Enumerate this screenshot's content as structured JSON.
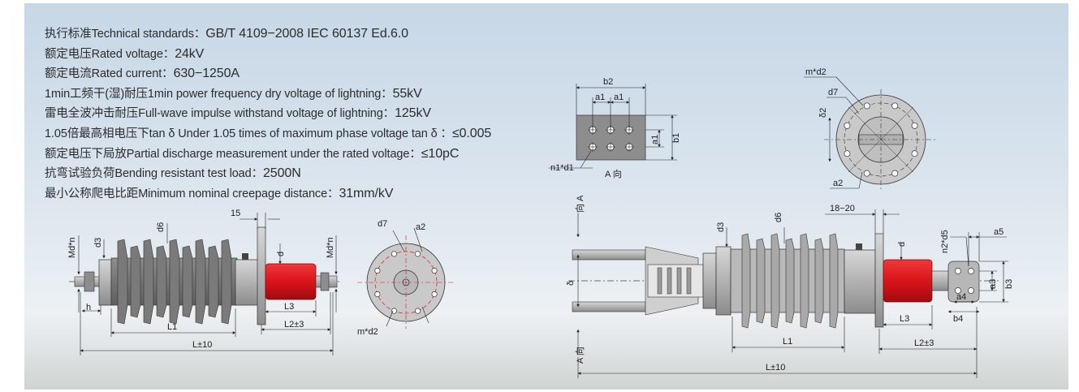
{
  "specs": [
    {
      "label": "执行标准Technical standards：",
      "value": "GB/T 4109−2008   IEC 60137   Ed.6.0"
    },
    {
      "label": "额定电压Rated voltage：",
      "value": "24kV"
    },
    {
      "label": "额定电流Rated current：",
      "value": "630−1250A"
    },
    {
      "label": "1min工频干(湿)耐压1min power frequency dry voltage of lightning：",
      "value": "55kV"
    },
    {
      "label": "雷电全波冲击耐压Full-wave impulse withstand voltage of lightning：",
      "value": "125kV"
    },
    {
      "label": "1.05倍最高相电压下tan δ Under 1.05 times of maximum phase voltage tan δ ：",
      "value": "≤0.005"
    },
    {
      "label": "额定电压下局放Partial discharge measurement under the rated voltage：",
      "value": "≤10pC"
    },
    {
      "label": "抗弯试验负荷Bending resistant test load：",
      "value": "2500N"
    },
    {
      "label": "最小公称爬电比距Minimum nominal creepage distance：",
      "value": "31mm/kV"
    }
  ],
  "left_drawing": {
    "dims": {
      "Md_n_left": "Md*n",
      "d3": "d3",
      "d6": "d6",
      "d15": "15",
      "d": "d",
      "Md_n_right": "Md*n",
      "h": "h",
      "L1": "L1",
      "L3": "L3",
      "L2": "L2±3",
      "L": "L±10"
    }
  },
  "left_flange": {
    "d7": "d7",
    "a2": "a2",
    "m_d2": "m*d2"
  },
  "terminal_view": {
    "b2": "b2",
    "a1a": "a1",
    "a1b": "a1",
    "a1v": "a1",
    "b1": "b1",
    "n1_d1": "n1*d1",
    "caption": "A 向"
  },
  "right_flange": {
    "m_d2": "m*d2",
    "d7": "d7",
    "delta2": "δ2",
    "a2": "a2"
  },
  "right_drawing": {
    "dims": {
      "dirA_top": "向 A",
      "dirA_bottom": "A 向",
      "delta": "δ",
      "d3": "d3",
      "d6": "d6",
      "r18_20": "18−20",
      "d": "d",
      "n2_d5": "n2*d5",
      "a5": "a5",
      "a3": "a3",
      "b3": "b3",
      "a4": "a4",
      "b4": "b4",
      "L3": "L3",
      "L1": "L1",
      "L2": "L2±3",
      "L": "L±10"
    }
  },
  "colors": {
    "insulator": "#7b7b7b",
    "conductor_red": "#d9141b",
    "background": "#d3dfe9"
  }
}
